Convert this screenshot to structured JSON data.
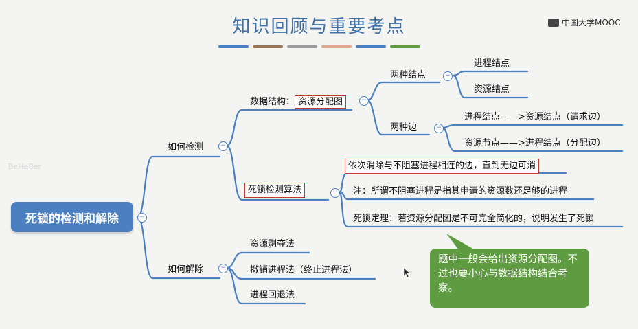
{
  "header": {
    "title": "知识回顾与重要考点",
    "logo": "中国大学MOOC",
    "bar_colors": [
      "#4a7fc1",
      "#9a7654",
      "#9a9a9a",
      "#d9a98a",
      "#4a7fc1",
      "#5f9b41"
    ]
  },
  "mindmap": {
    "root": "死锁的检测和解除",
    "detect": {
      "label": "如何检测",
      "ds_prefix": "数据结构：",
      "ds_boxed": "资源分配图",
      "node_types": "两种结点",
      "process_node": "进程结点",
      "resource_node": "资源结点",
      "edge_types": "两种边",
      "request_edge": "进程结点——>资源结点（请求边）",
      "assign_edge": "资源节点——>进程结点（分配边）",
      "algo": "死锁检测算法",
      "algo_step1": "依次消除与不阻塞进程相连的边，直到无边可消",
      "algo_note": "注：所谓不阻塞进程是指其申请的资源数还足够的进程",
      "algo_theorem": "死锁定理：若资源分配图是不可完全简化的，说明发生了死锁"
    },
    "recover": {
      "label": "如何解除",
      "m1": "资源剥夺法",
      "m2": "撤销进程法（终止进程法）",
      "m3": "进程回退法"
    }
  },
  "callout": "题中一般会给出资源分配图。不过也要小心与数据结构结合考察。",
  "watermark": "BeHeBer",
  "collapse_glyph": "−",
  "colors": {
    "branch": "#4a7fc1",
    "root_bg": "#4a7fc1",
    "highlight_border": "#c0392b",
    "callout_bg": "#5f9b41"
  }
}
